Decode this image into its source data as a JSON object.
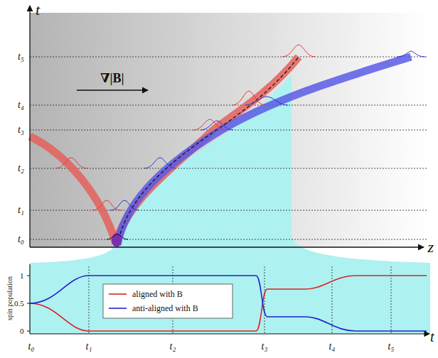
{
  "diagram": {
    "labels": [
      "t",
      "z",
      "∇|B|",
      "t₅",
      "t₄",
      "t₃",
      "t₂",
      "t₁",
      "t₀",
      "spin population",
      "1",
      "0.5",
      "0",
      "t₀",
      "t₁",
      "t₂",
      "t₃",
      "t₄",
      "t₅",
      "t"
    ],
    "legend": [
      {
        "text": "aligned with B"
      },
      {
        "text": "anti-aligned with B"
      }
    ]
  }
}
